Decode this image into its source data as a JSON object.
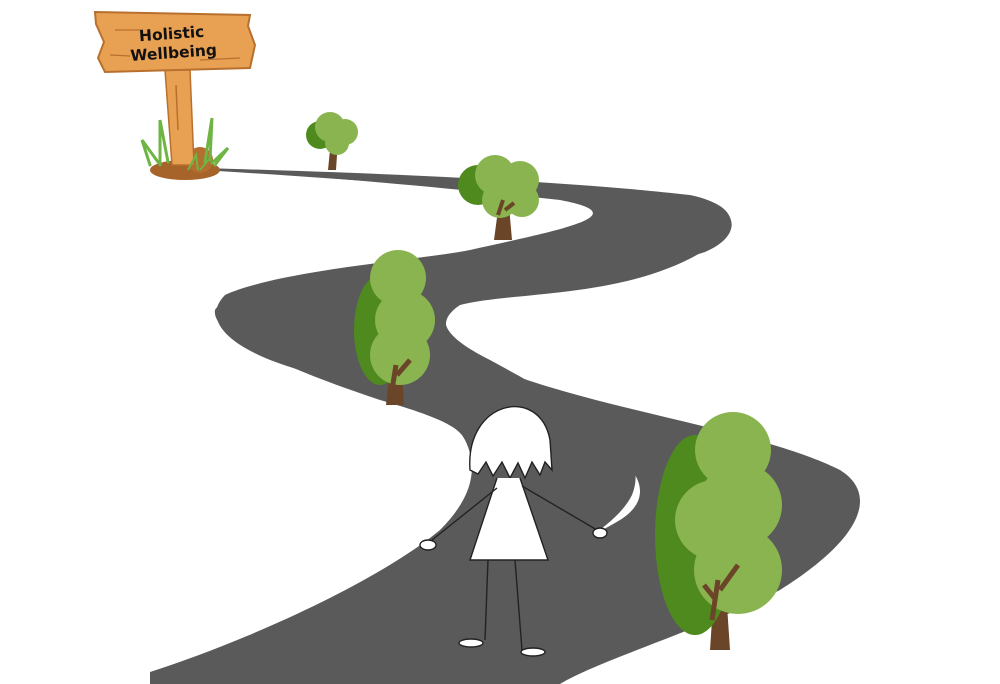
{
  "signpost": {
    "line1": "Holistic",
    "line2": "Wellbeing"
  },
  "colors": {
    "road": "#5a5a5a",
    "tree_light": "#8ab450",
    "tree_dark": "#4e8a1e",
    "trunk": "#6b4528",
    "sign_wood": "#e8a052",
    "sign_wood_dark": "#b8702f",
    "grass": "#6fb544"
  },
  "icons": [
    "signpost-icon",
    "tree-icon",
    "stick-figure-girl"
  ]
}
